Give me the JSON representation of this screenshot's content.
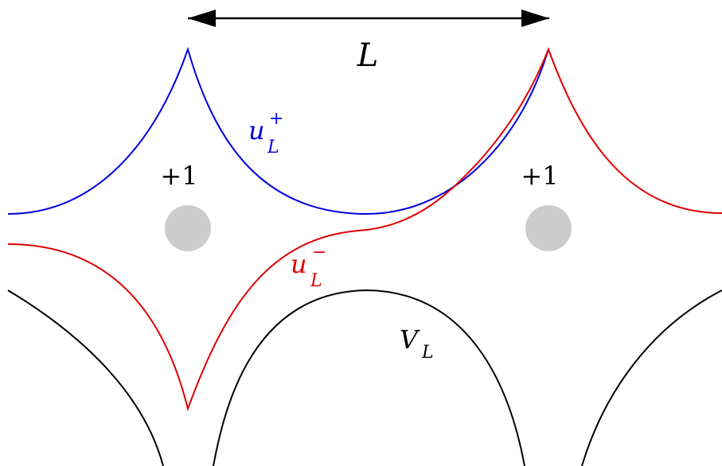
{
  "length_label": "L",
  "charges": [
    {
      "label": "+1"
    },
    {
      "label": "+1"
    }
  ],
  "curves": {
    "u_plus": {
      "base": "u",
      "sub": "L",
      "sup": "+",
      "color": "#0000dd"
    },
    "u_minus": {
      "base": "u",
      "sub": "L",
      "sup": "−",
      "color": "#dd0000"
    },
    "V": {
      "base": "V",
      "sub": "L",
      "color": "#000000"
    }
  },
  "colors": {
    "charge_dot": "#cccccc",
    "arrow": "#000000"
  }
}
